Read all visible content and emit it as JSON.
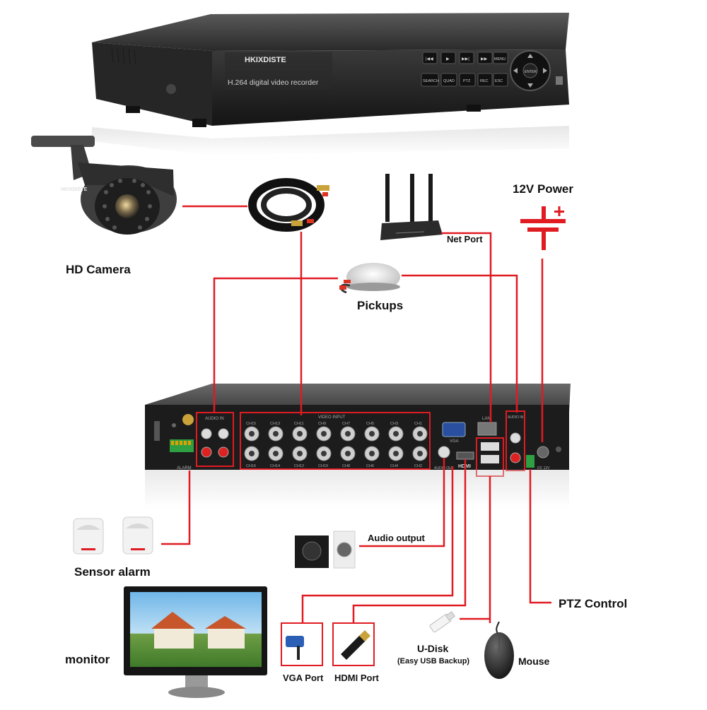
{
  "top_dvr": {
    "brand": "HKIXDISTE",
    "subtitle": "H.264 digital video recorder",
    "buttons_row1": [
      "|◀◀",
      "▶",
      "▶▶|",
      "▶▶",
      "MENU"
    ],
    "buttons_row2": [
      "SEARCH",
      "QUAD",
      "PTZ",
      "REC",
      "ESC"
    ],
    "nav_center": "ENTER"
  },
  "camera_brand": "HKIXDISTE",
  "back_panel": {
    "audio_in_left": "AUDIO IN",
    "video_input": "VIDEO INPUT",
    "audio_in_right": "AUDIO IN",
    "alarm": "ALARM",
    "vga": "VGA",
    "lan": "LAN",
    "audio_out": "AUDIO OUT",
    "hdmi": "HDMI",
    "dc12v": "DC 12V",
    "channels_top": [
      "CH15",
      "CH13",
      "CH11",
      "CH9",
      "CH7",
      "CH5",
      "CH3",
      "CH1"
    ],
    "channels_bottom": [
      "CH16",
      "CH14",
      "CH12",
      "CH10",
      "CH8",
      "CH6",
      "CH4",
      "CH2"
    ]
  },
  "labels": {
    "hd_camera": "HD Camera",
    "power": "12V Power",
    "net_port": "Net Port",
    "pickups": "Pickups",
    "sensor_alarm": "Sensor alarm",
    "audio_output": "Audio output",
    "ptz_control": "PTZ Control",
    "monitor": "monitor",
    "vga_port": "VGA Port",
    "hdmi_port": "HDMI Port",
    "u_disk": "U-Disk",
    "usb_backup": "(Easy USB Backup)",
    "mouse": "Mouse"
  },
  "colors": {
    "wire": "#e01b22",
    "device": "#2b2b2b",
    "panel": "#1c1c1c"
  }
}
